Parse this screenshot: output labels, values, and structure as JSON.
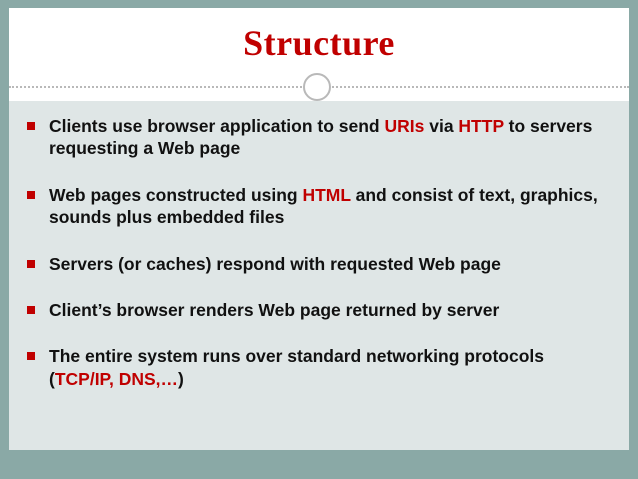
{
  "slide": {
    "title": "Structure",
    "title_color": "#c00000",
    "body_bg": "#dfe6e6",
    "frame_color": "#8aa9a6",
    "bullet_marker_color": "#c00000",
    "bullets": [
      {
        "id": "bullet-1",
        "parts": [
          {
            "text": "Clients use browser application to send ",
            "highlight": false
          },
          {
            "text": "URIs",
            "highlight": true
          },
          {
            "text": " via ",
            "highlight": false
          },
          {
            "text": "HTTP",
            "highlight": true
          },
          {
            "text": " to servers requesting a Web page",
            "highlight": false
          }
        ]
      },
      {
        "id": "bullet-2",
        "parts": [
          {
            "text": "Web pages constructed using ",
            "highlight": false
          },
          {
            "text": "HTML",
            "highlight": true
          },
          {
            "text": " and consist of text, graphics, sounds plus embedded files",
            "highlight": false
          }
        ]
      },
      {
        "id": "bullet-3",
        "parts": [
          {
            "text": "Servers (or caches) respond with requested Web page",
            "highlight": false
          }
        ]
      },
      {
        "id": "bullet-4",
        "parts": [
          {
            "text": "Client’s browser renders Web page returned by server",
            "highlight": false
          }
        ]
      },
      {
        "id": "bullet-5",
        "parts": [
          {
            "text": "The entire system runs over standard networking protocols (",
            "highlight": false
          },
          {
            "text": "TCP/IP, DNS,…",
            "highlight": true
          },
          {
            "text": ")",
            "highlight": false
          }
        ]
      }
    ]
  }
}
